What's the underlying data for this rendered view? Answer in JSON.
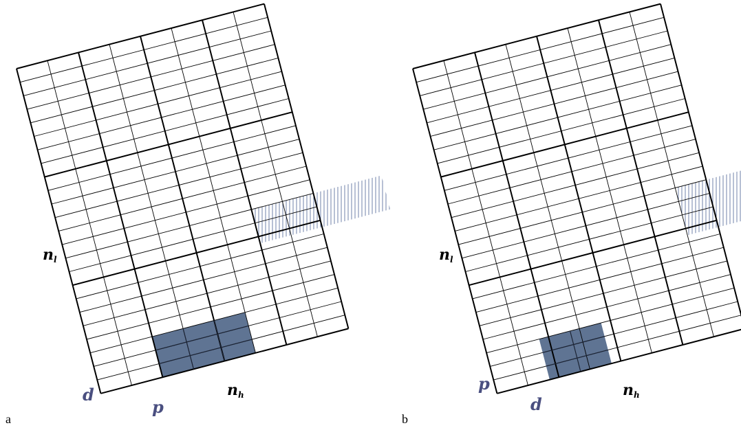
{
  "panels": [
    {
      "id": "a",
      "panel_label": "a",
      "label_nl_base": "n",
      "label_nl_sub": "l",
      "label_nh_base": "n",
      "label_nh_sub": "h",
      "label_d": "d",
      "label_p": "p"
    },
    {
      "id": "b",
      "panel_label": "b",
      "label_nl_base": "n",
      "label_nl_sub": "l",
      "label_nh_base": "n",
      "label_nh_sub": "h",
      "label_d": "d",
      "label_p": "p"
    }
  ],
  "colors": {
    "grid_line": "#000000",
    "highlight_fill": "#5f7493",
    "hatch_line": "#6f80a8",
    "label_color_dp": "#4a4f80",
    "label_color_n": "#000000"
  }
}
